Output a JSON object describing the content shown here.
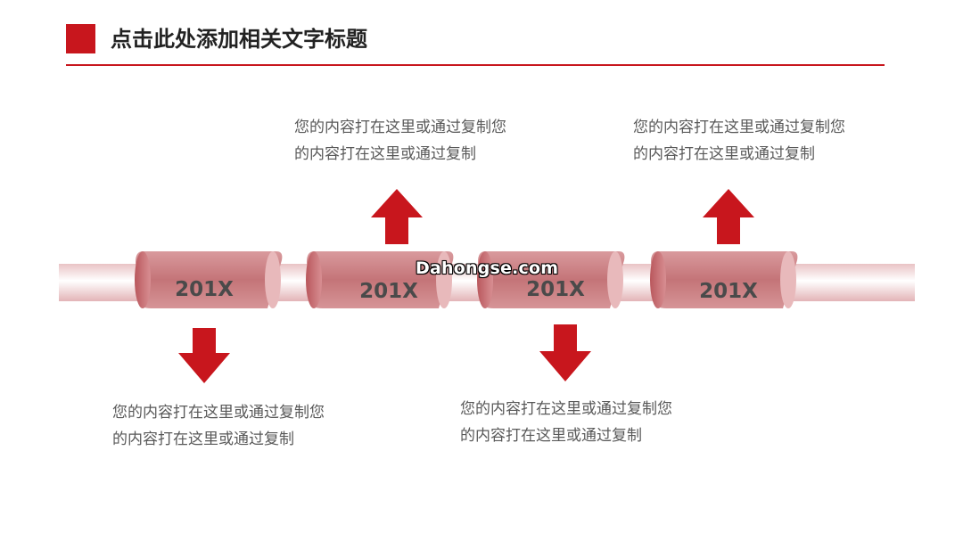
{
  "header": {
    "title": "点击此处添加相关文字标题"
  },
  "timeline": {
    "nodes": [
      {
        "year": "201X",
        "arrow": "down",
        "text": "您的内容打在这里或通过复制您的内容打在这里或通过复制"
      },
      {
        "year": "201X",
        "arrow": "up",
        "text": "您的内容打在这里或通过复制您的内容打在这里或通过复制"
      },
      {
        "year": "201X",
        "arrow": "down",
        "text": "您的内容打在这里或通过复制您的内容打在这里或通过复制"
      },
      {
        "year": "201X",
        "arrow": "up",
        "text": "您的内容打在这里或通过复制您的内容打在这里或通过复制"
      }
    ]
  },
  "watermark": "Dahongse.com",
  "colors": {
    "accent": "#c8161d",
    "band": "#c97a7e",
    "pipe": "#f2dcdd"
  }
}
